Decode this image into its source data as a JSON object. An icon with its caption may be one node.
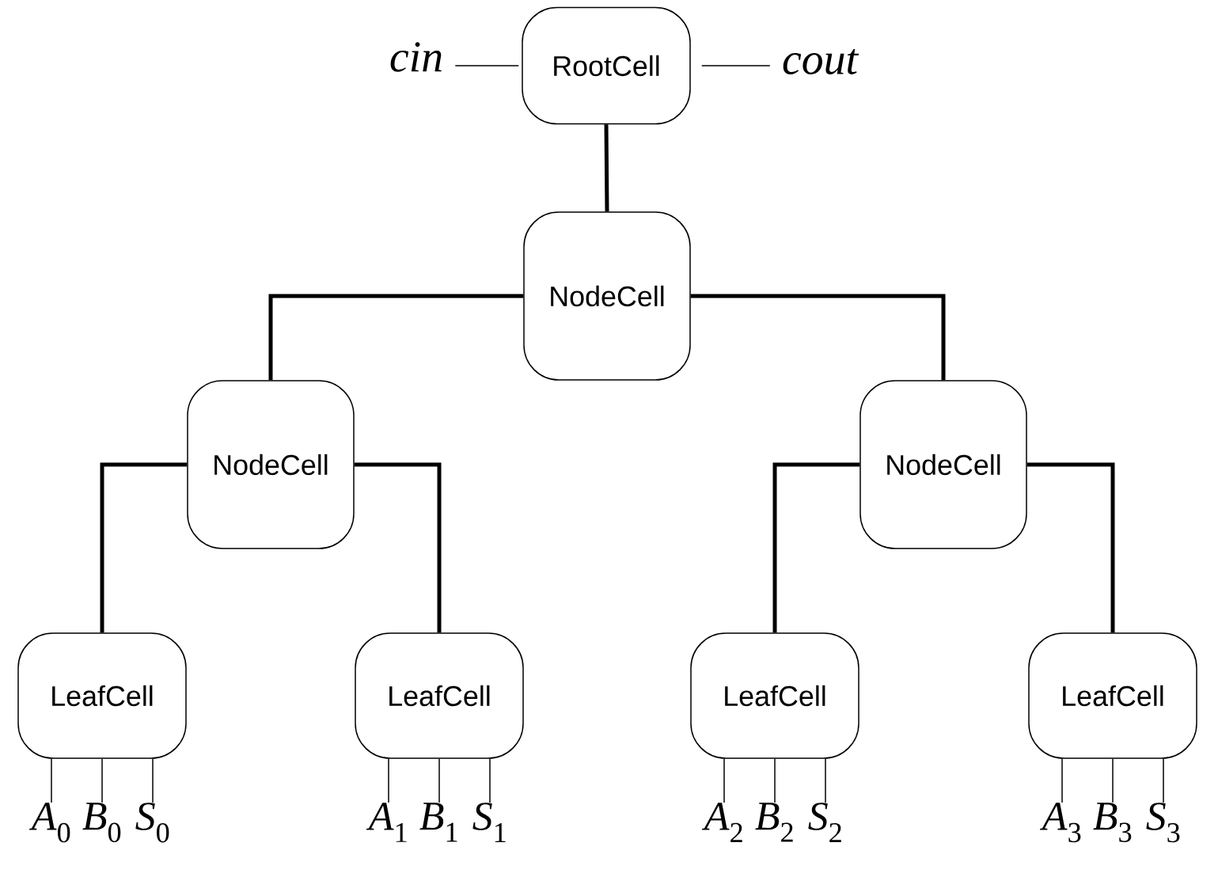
{
  "diagram": {
    "nodes": [
      {
        "text": [
          "RootCell"
        ]
      },
      {
        "text": [
          "NodeCell"
        ]
      },
      {
        "text": [
          "NodeCell"
        ]
      },
      {
        "text": [
          "NodeCell"
        ]
      },
      {
        "text": [
          "LeafCell"
        ]
      },
      {
        "text": [
          "LeafCell"
        ]
      },
      {
        "text": [
          "LeafCell"
        ]
      },
      {
        "text": [
          "LeafCell"
        ]
      },
      {
        "text": [
          "cin"
        ]
      },
      {
        "text": [
          "cout"
        ]
      },
      {
        "text": [
          "*A*$_{0}$"
        ]
      },
      {
        "text": [
          "*B*$_{0}$"
        ]
      },
      {
        "text": [
          "*S*$_{0}$"
        ]
      },
      {
        "text": [
          "*A*$_{1}$"
        ]
      },
      {
        "text": [
          "*B*$_{1}$"
        ]
      },
      {
        "text": [
          "*S*$_{1}$"
        ]
      },
      {
        "text": [
          "*A*$_{2}$"
        ]
      },
      {
        "text": [
          "*B*$_{2}$"
        ]
      },
      {
        "text": [
          "*S*$_{2}$"
        ]
      },
      {
        "text": [
          "*A*$_{3}$"
        ]
      },
      {
        "text": [
          "*B*$_{3}$"
        ]
      },
      {
        "text": [
          "*S*$_{3}$"
        ]
      }
    ],
    "edges": [
      {
        "from": 0,
        "to": 1,
        "arrow": "none",
        "style": "thick"
      },
      {
        "from": 1,
        "to": 2,
        "arrow": "none",
        "style": "thick"
      },
      {
        "from": 1,
        "to": 3,
        "arrow": "none",
        "style": "thick"
      },
      {
        "from": 2,
        "to": 4,
        "arrow": "none",
        "style": "thick"
      },
      {
        "from": 2,
        "to": 5,
        "arrow": "none",
        "style": "thick"
      },
      {
        "from": 3,
        "to": 6,
        "arrow": "none",
        "style": "thick"
      },
      {
        "from": 3,
        "to": 7,
        "arrow": "none",
        "style": "thick"
      },
      {
        "from": 8,
        "to": 0,
        "arrow": "none"
      },
      {
        "from": 0,
        "to": 9,
        "arrow": "none"
      },
      {
        "from": 4,
        "to": 10,
        "arrow": "none"
      },
      {
        "from": 4,
        "to": 11,
        "arrow": "none"
      },
      {
        "from": 4,
        "to": 12,
        "arrow": "none"
      },
      {
        "from": 5,
        "to": 13,
        "arrow": "none"
      },
      {
        "from": 5,
        "to": 14,
        "arrow": "none"
      },
      {
        "from": 5,
        "to": 15,
        "arrow": "none"
      },
      {
        "from": 6,
        "to": 16,
        "arrow": "none"
      },
      {
        "from": 6,
        "to": 17,
        "arrow": "none"
      },
      {
        "from": 6,
        "to": 18,
        "arrow": "none"
      },
      {
        "from": 7,
        "to": 19,
        "arrow": "none"
      },
      {
        "from": 7,
        "to": 20,
        "arrow": "none"
      },
      {
        "from": 7,
        "to": 21,
        "arrow": "none"
      }
    ]
  }
}
